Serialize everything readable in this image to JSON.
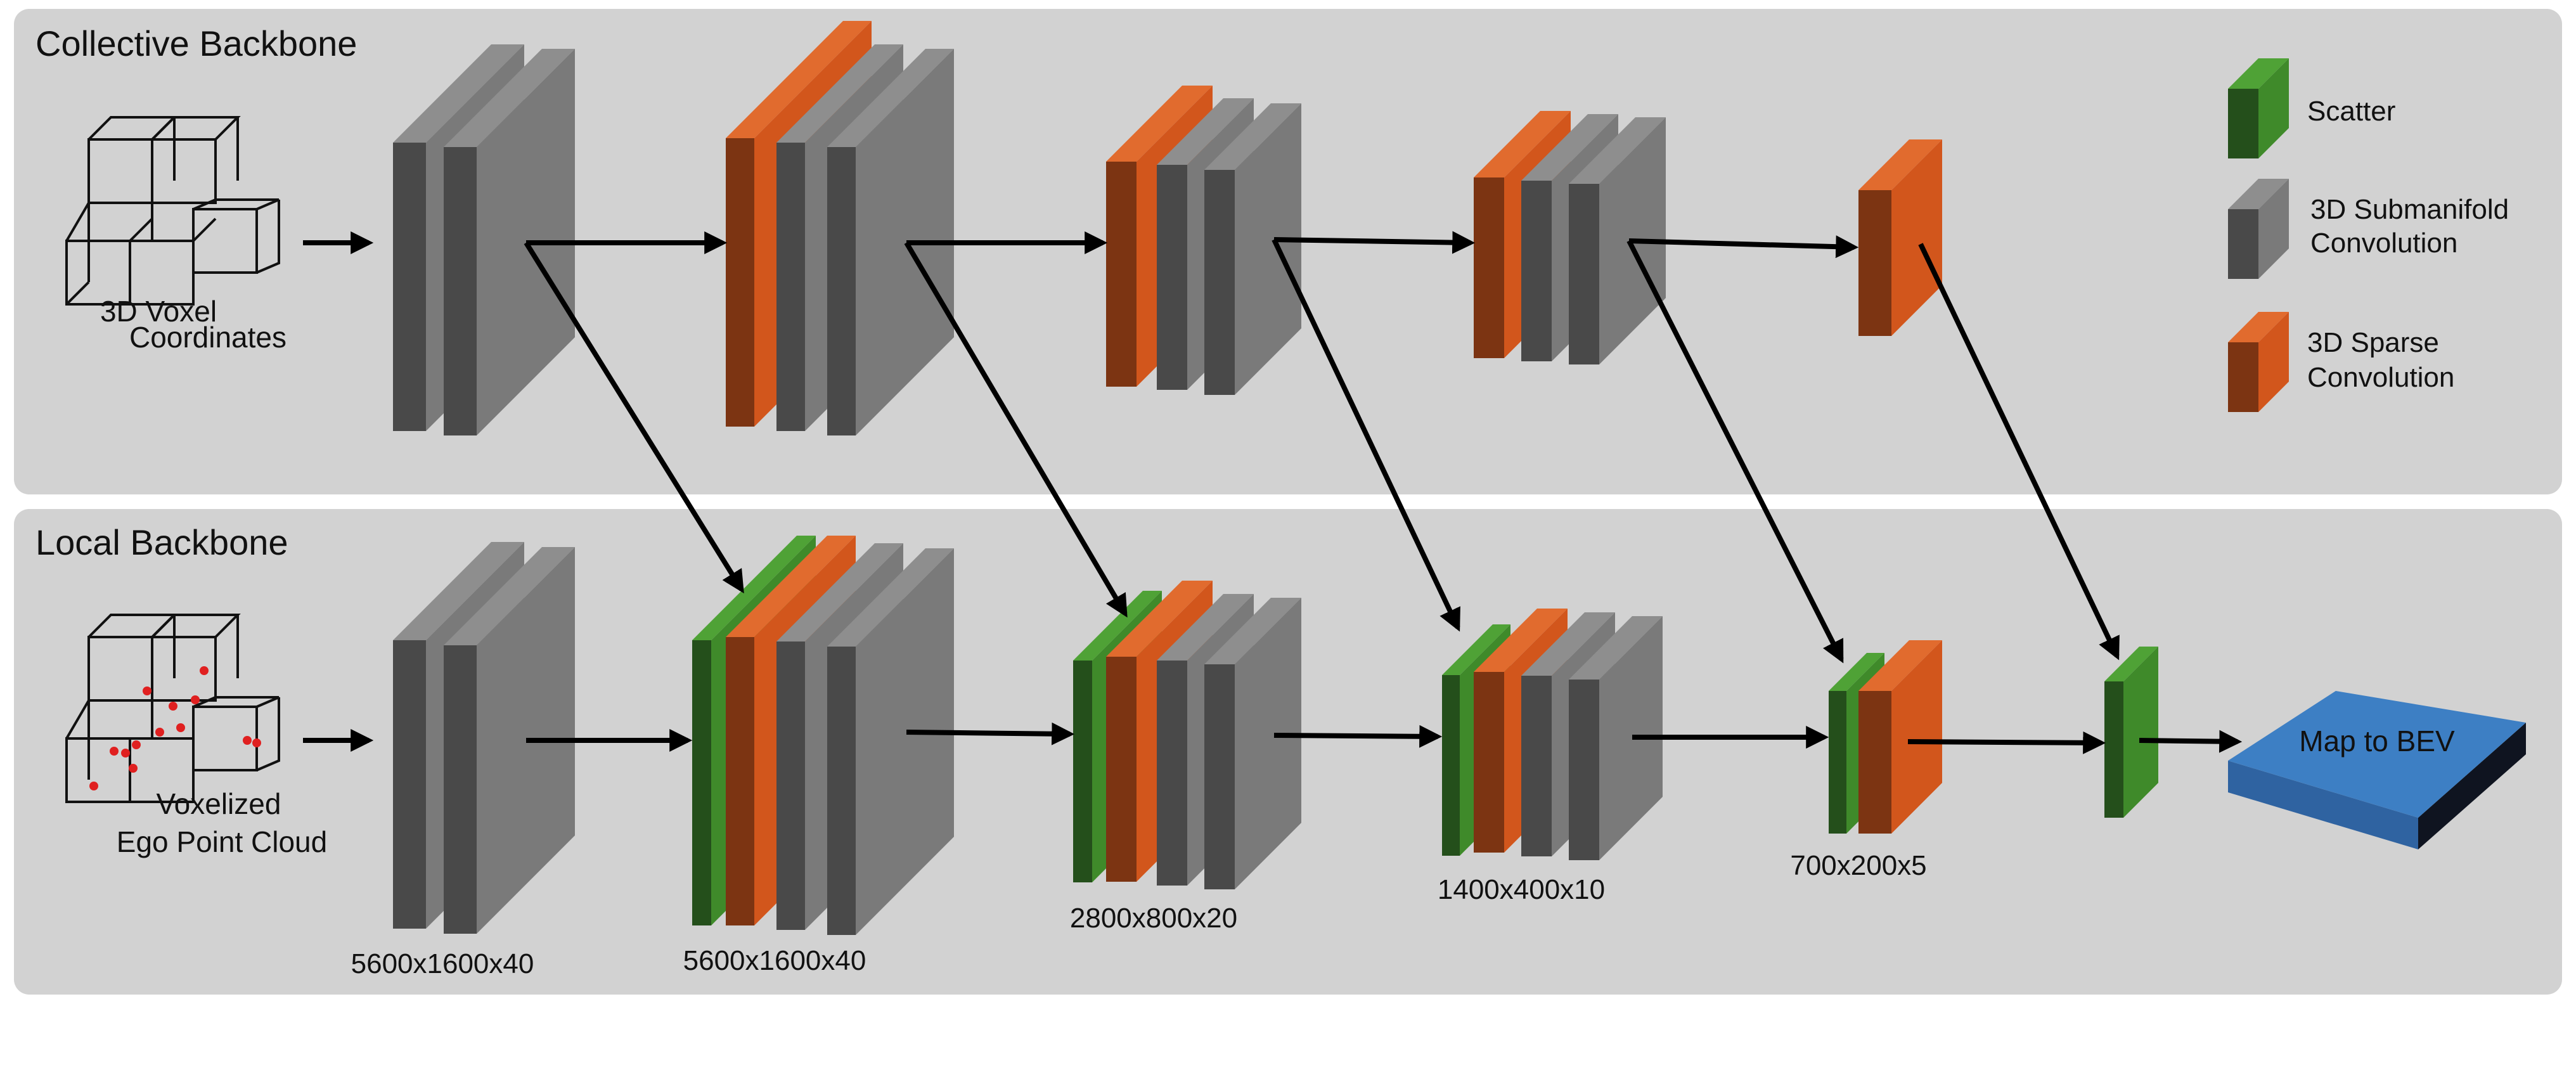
{
  "panels": {
    "collective_title": "Collective Backbone",
    "local_title": "Local Backbone"
  },
  "inputs": {
    "collective_line1": "3D Voxel",
    "collective_line2": "Coordinates",
    "local_line1": "Voxelized",
    "local_line2": "Ego Point Cloud"
  },
  "dimensions": {
    "stage1": "5600x1600x40",
    "stage2": "5600x1600x40",
    "stage3": "2800x800x20",
    "stage4": "1400x400x10",
    "stage5": "700x200x5"
  },
  "legend": {
    "scatter": "Scatter",
    "submanifold_line1": "3D Submanifold",
    "submanifold_line2": "Convolution",
    "sparse_line1": "3D Sparse",
    "sparse_line2": "Convolution"
  },
  "output": {
    "label": "Map to BEV"
  },
  "colors": {
    "panel_bg": "#d2d2d2",
    "scatter_green": "#3f8a2a",
    "submanifold_gray": "#7a7a7a",
    "sparse_orange": "#d2561c",
    "bev_blue": "#3d7fc4"
  }
}
